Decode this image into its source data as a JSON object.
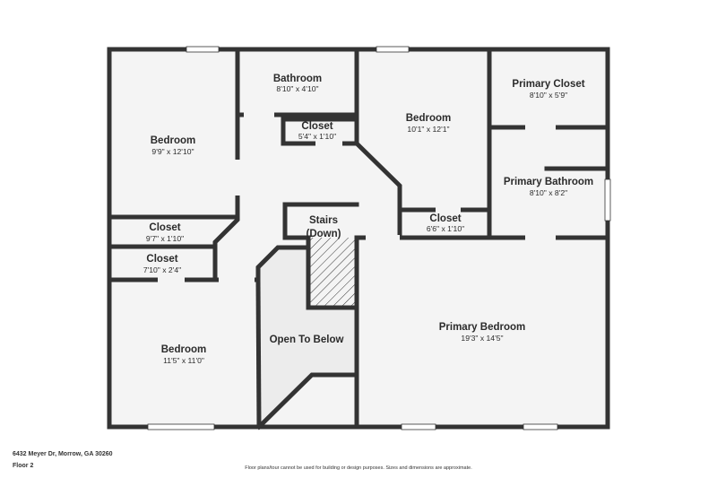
{
  "rooms": {
    "bedroom_nw": {
      "name": "Bedroom",
      "dims": "9'9\" x 12'10\""
    },
    "bathroom": {
      "name": "Bathroom",
      "dims": "8'10\" x 4'10\""
    },
    "closet_hall": {
      "name": "Closet",
      "dims": "5'4\" x 1'10\""
    },
    "bedroom_center": {
      "name": "Bedroom",
      "dims": "10'1\" x 12'1\""
    },
    "primary_closet": {
      "name": "Primary Closet",
      "dims": "8'10\" x 5'9\""
    },
    "primary_bathroom": {
      "name": "Primary Bathroom",
      "dims": "8'10\" x 8'2\""
    },
    "closet_a": {
      "name": "Closet",
      "dims": "9'7\" x 1'10\""
    },
    "closet_b": {
      "name": "Closet",
      "dims": "7'10\" x 2'4\""
    },
    "closet_c": {
      "name": "Closet",
      "dims": "6'6\" x 1'10\""
    },
    "stairs": {
      "name_line1": "Stairs",
      "name_line2": "(Down)"
    },
    "open_to_below": {
      "name": "Open To Below"
    },
    "primary_bedroom": {
      "name": "Primary Bedroom",
      "dims": "19'3\" x 14'5\""
    },
    "bedroom_sw": {
      "name": "Bedroom",
      "dims": "11'5\" x 11'0\""
    }
  },
  "footer": {
    "address": "6432 Meyer Dr, Morrow, GA 30260",
    "floor": "Floor 2",
    "disclaimer": "Floor plans/tour cannot be used for building or design purposes. Sizes and dimensions are approximate."
  },
  "colors": {
    "wall": "#333333",
    "floor": "#f4f4f4",
    "open_area": "#ececec",
    "window": "#ffffff",
    "background": "#ffffff"
  }
}
